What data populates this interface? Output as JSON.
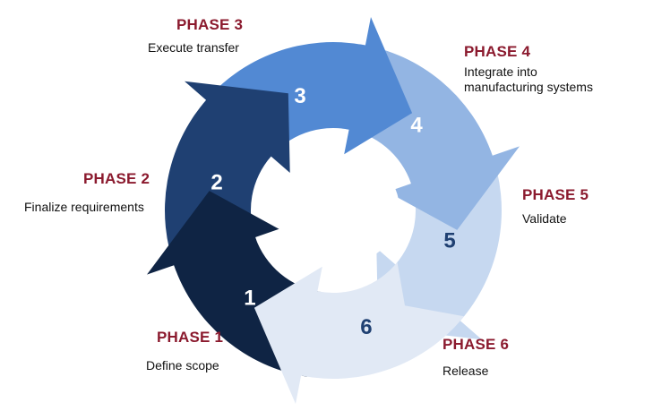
{
  "phases": [
    {
      "number": "1",
      "title": "PHASE 1",
      "description": "Define scope",
      "color": "#0f2444",
      "number_color": "#ffffff"
    },
    {
      "number": "2",
      "title": "PHASE 2",
      "description": "Finalize requirements",
      "color": "#1f4072",
      "number_color": "#ffffff"
    },
    {
      "number": "3",
      "title": "PHASE 3",
      "description": "Execute transfer",
      "color": "#5289d3",
      "number_color": "#ffffff"
    },
    {
      "number": "4",
      "title": "PHASE 4",
      "description": "Integrate into manufacturing systems",
      "color": "#93b5e3",
      "number_color": "#ffffff"
    },
    {
      "number": "5",
      "title": "PHASE 5",
      "description": "Validate",
      "color": "#c6d8f0",
      "number_color": "#1f4072"
    },
    {
      "number": "6",
      "title": "PHASE 6",
      "description": "Release",
      "color": "#e1e9f5",
      "number_color": "#1f4072"
    }
  ],
  "colors": {
    "phase_title": "#8b1a2e",
    "description_text": "#111111",
    "hub": "#ffffff"
  }
}
